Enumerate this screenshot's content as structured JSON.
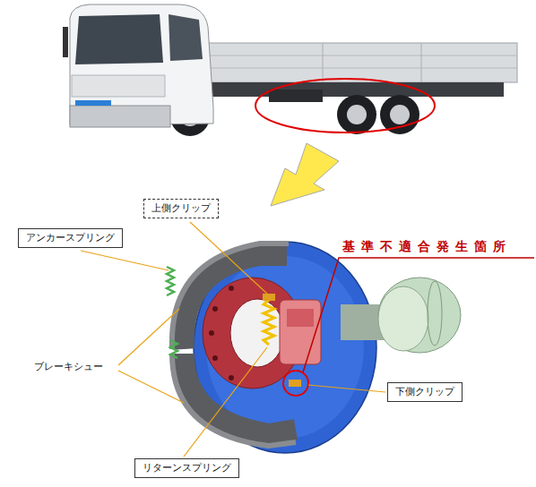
{
  "diagram": {
    "nodes": [
      {
        "text": [
          "上側クリップ"
        ]
      },
      {
        "text": [
          "アンカースプリング"
        ]
      },
      {
        "text": [
          "下側クリップ"
        ]
      },
      {
        "text": [
          "リターンスプリング"
        ]
      }
    ],
    "labels": [
      "基準不適合発生箇所",
      "ブレーキシュー"
    ]
  }
}
